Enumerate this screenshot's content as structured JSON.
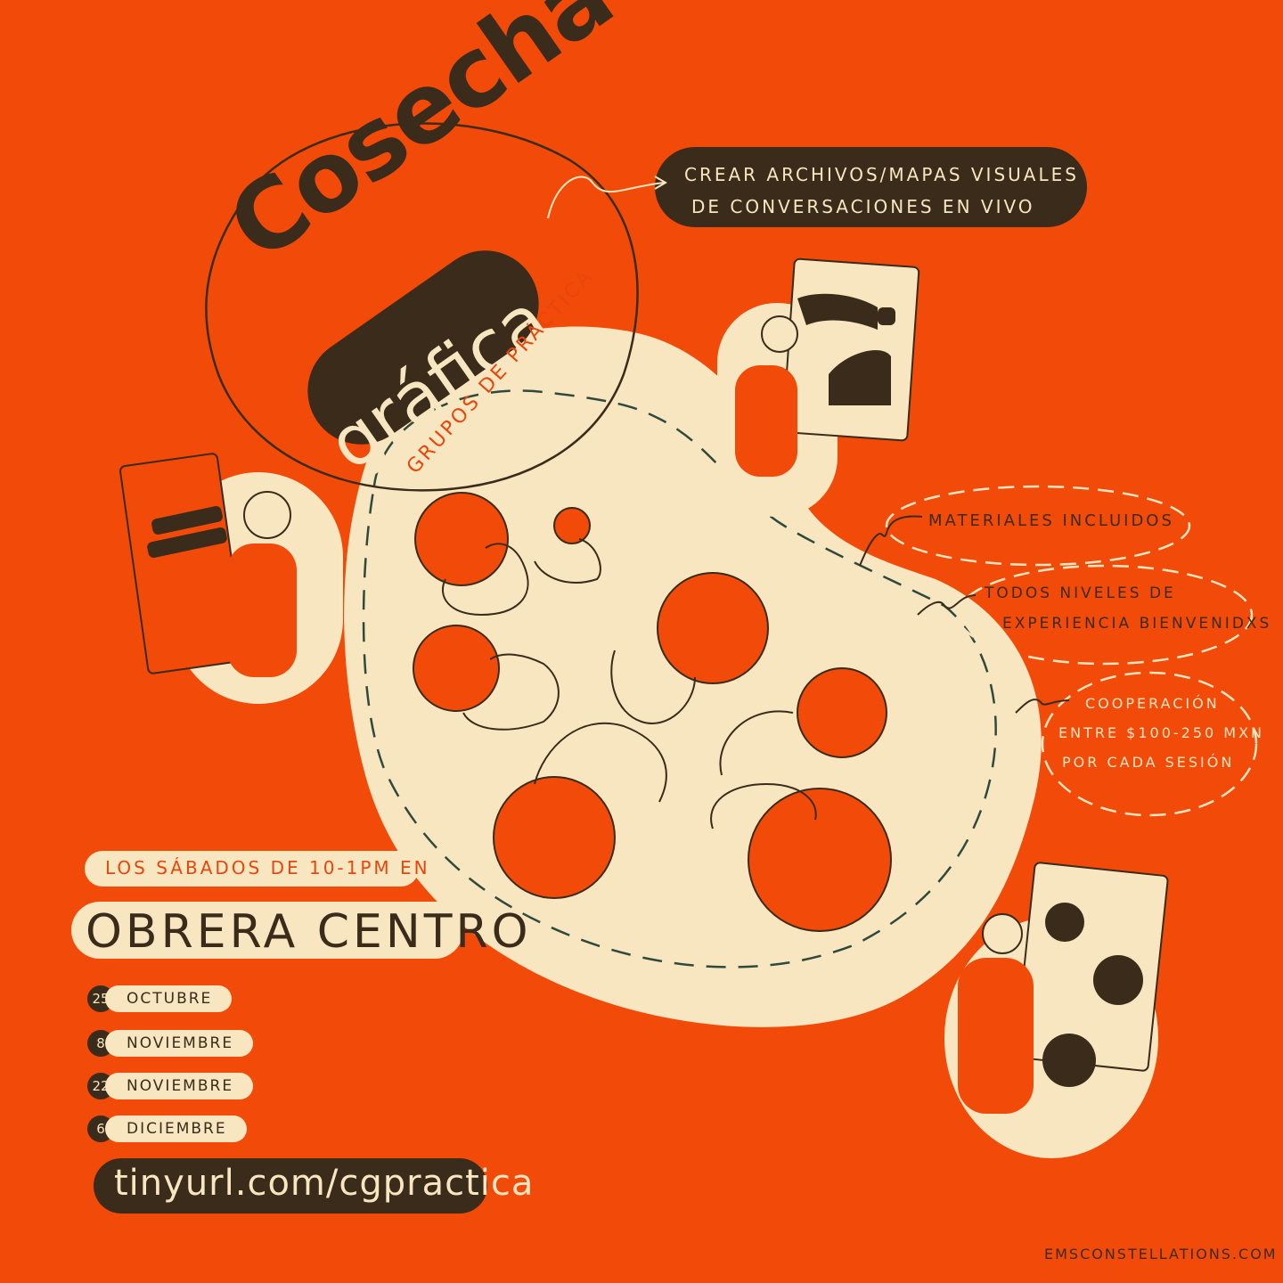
{
  "title": {
    "line1": "Cosecha",
    "line2": "gráfica"
  },
  "subtitle": "GRUPOS DE PRÁCTICA",
  "purpose": {
    "line1": "CREAR ARCHIVOS/MAPAS VISUALES",
    "line2": "DE CONVERSACIONES EN VIVO"
  },
  "features": [
    {
      "line1": "MATERIALES INCLUIDOS"
    },
    {
      "line1": "TODOS NIVELES DE",
      "line2": "EXPERIENCIA BIENVENIDXS"
    },
    {
      "line1": "COOPERACIÓN",
      "line2": "ENTRE $100-250 MXN",
      "line3": "POR CADA SESIÓN"
    }
  ],
  "schedule": "LOS SÁBADOS DE 10-1PM EN",
  "venue": "OBRERA CENTRO",
  "dates": [
    {
      "day": "25",
      "month": "OCTUBRE"
    },
    {
      "day": "8",
      "month": "NOVIEMBRE"
    },
    {
      "day": "22",
      "month": "NOVIEMBRE"
    },
    {
      "day": "6",
      "month": "DICIEMBRE"
    }
  ],
  "link": "tinyurl.com/cgpractica",
  "credit": "EMSCONSTELLATIONS.COM",
  "colors": {
    "background": "#f24a08",
    "cream": "#f8e6c0",
    "dark": "#3a2b1a"
  }
}
